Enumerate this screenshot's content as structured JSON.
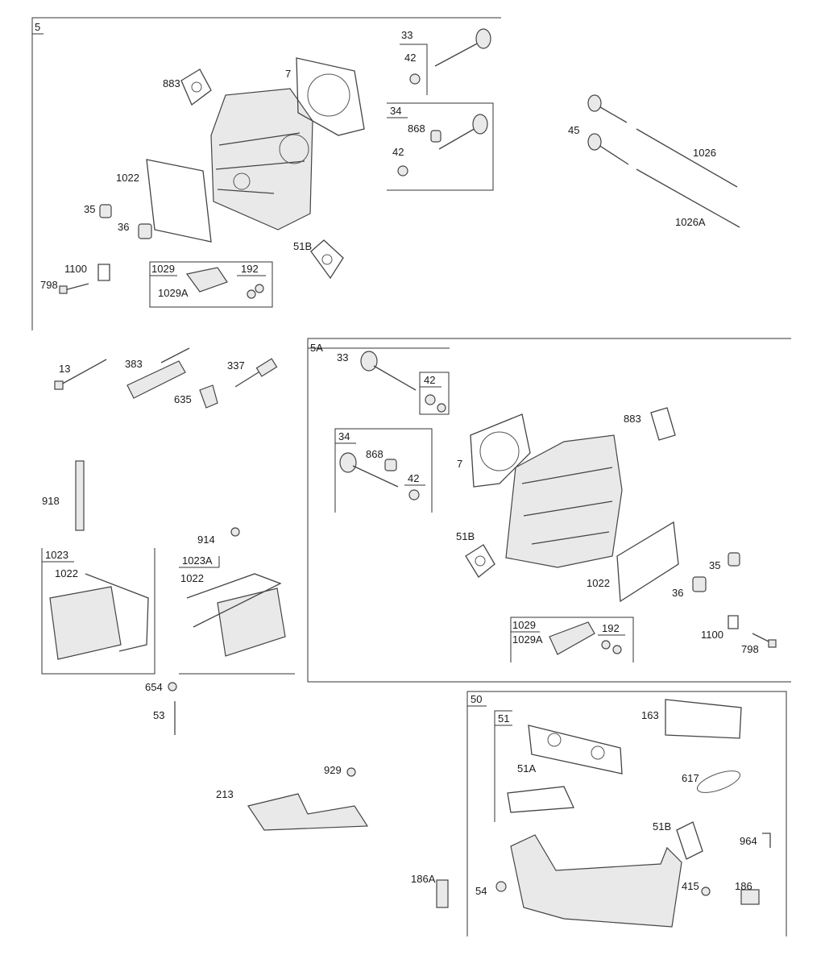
{
  "frame_labels": {
    "group_5": "5",
    "group_5a": "5A",
    "group_50": "50",
    "group_51": "51",
    "box_33": "33",
    "box_34": "34",
    "box_1029": "1029",
    "box_192": "192",
    "box_1023": "1023",
    "box_1023a": "1023A",
    "box_5a_42": "42",
    "box_5a_34": "34",
    "box_5a_34_42": "42",
    "box_5a_1029": "1029",
    "box_5a_192": "192"
  },
  "parts": {
    "p883": "883",
    "p7": "7",
    "p42a": "42",
    "p868": "868",
    "p42b": "42",
    "p45": "45",
    "p1026": "1026",
    "p1026a": "1026A",
    "p1022": "1022",
    "p35": "35",
    "p36": "36",
    "p51b": "51B",
    "p1100": "1100",
    "p798": "798",
    "p1029a": "1029A",
    "p13": "13",
    "p383": "383",
    "p337": "337",
    "p635": "635",
    "p918": "918",
    "p914": "914",
    "p1022b": "1022",
    "p1022c": "1022",
    "p654": "654",
    "p53": "53",
    "p929": "929",
    "p213": "213",
    "p186a": "186A",
    "s5a_33": "33",
    "s5a_868": "868",
    "s5a_883": "883",
    "s5a_7": "7",
    "s5a_51b": "51B",
    "s5a_1022": "1022",
    "s5a_35": "35",
    "s5a_36": "36",
    "s5a_1029a": "1029A",
    "s5a_1100": "1100",
    "s5a_798": "798",
    "p163": "163",
    "p51a": "51A",
    "p617": "617",
    "p51b_50": "51B",
    "p964": "964",
    "p54": "54",
    "p415": "415",
    "p186": "186"
  }
}
